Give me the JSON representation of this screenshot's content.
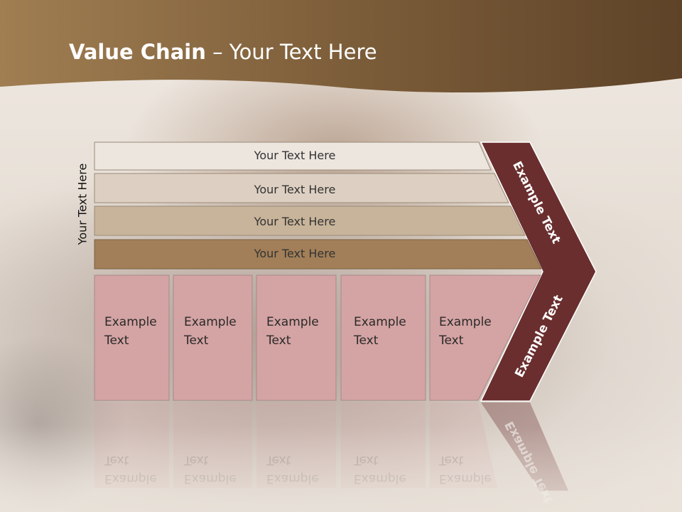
{
  "header": {
    "title_bold": "Value Chain",
    "title_rest": " – Your Text Here"
  },
  "side_label": "Your Text Here",
  "bars": [
    {
      "label": "Your Text Here",
      "color": "#ede6df"
    },
    {
      "label": "Your Text Here",
      "color": "#ddd0c2"
    },
    {
      "label": "Your Text Here",
      "color": "#c8b49a"
    },
    {
      "label": "Your Text Here",
      "color": "#a27f58"
    }
  ],
  "boxes": [
    {
      "line1": "Example",
      "line2": "Text"
    },
    {
      "line1": "Example",
      "line2": "Text"
    },
    {
      "line1": "Example",
      "line2": "Text"
    },
    {
      "line1": "Example",
      "line2": "Text"
    },
    {
      "line1": "Example",
      "line2": "Text"
    }
  ],
  "chevron": {
    "upper_label": "Example Text",
    "lower_label": "Example Text",
    "color": "#6a2e2e"
  },
  "colors": {
    "header_brown": "#7d5e3a",
    "box_pink": "#d4a3a3"
  }
}
